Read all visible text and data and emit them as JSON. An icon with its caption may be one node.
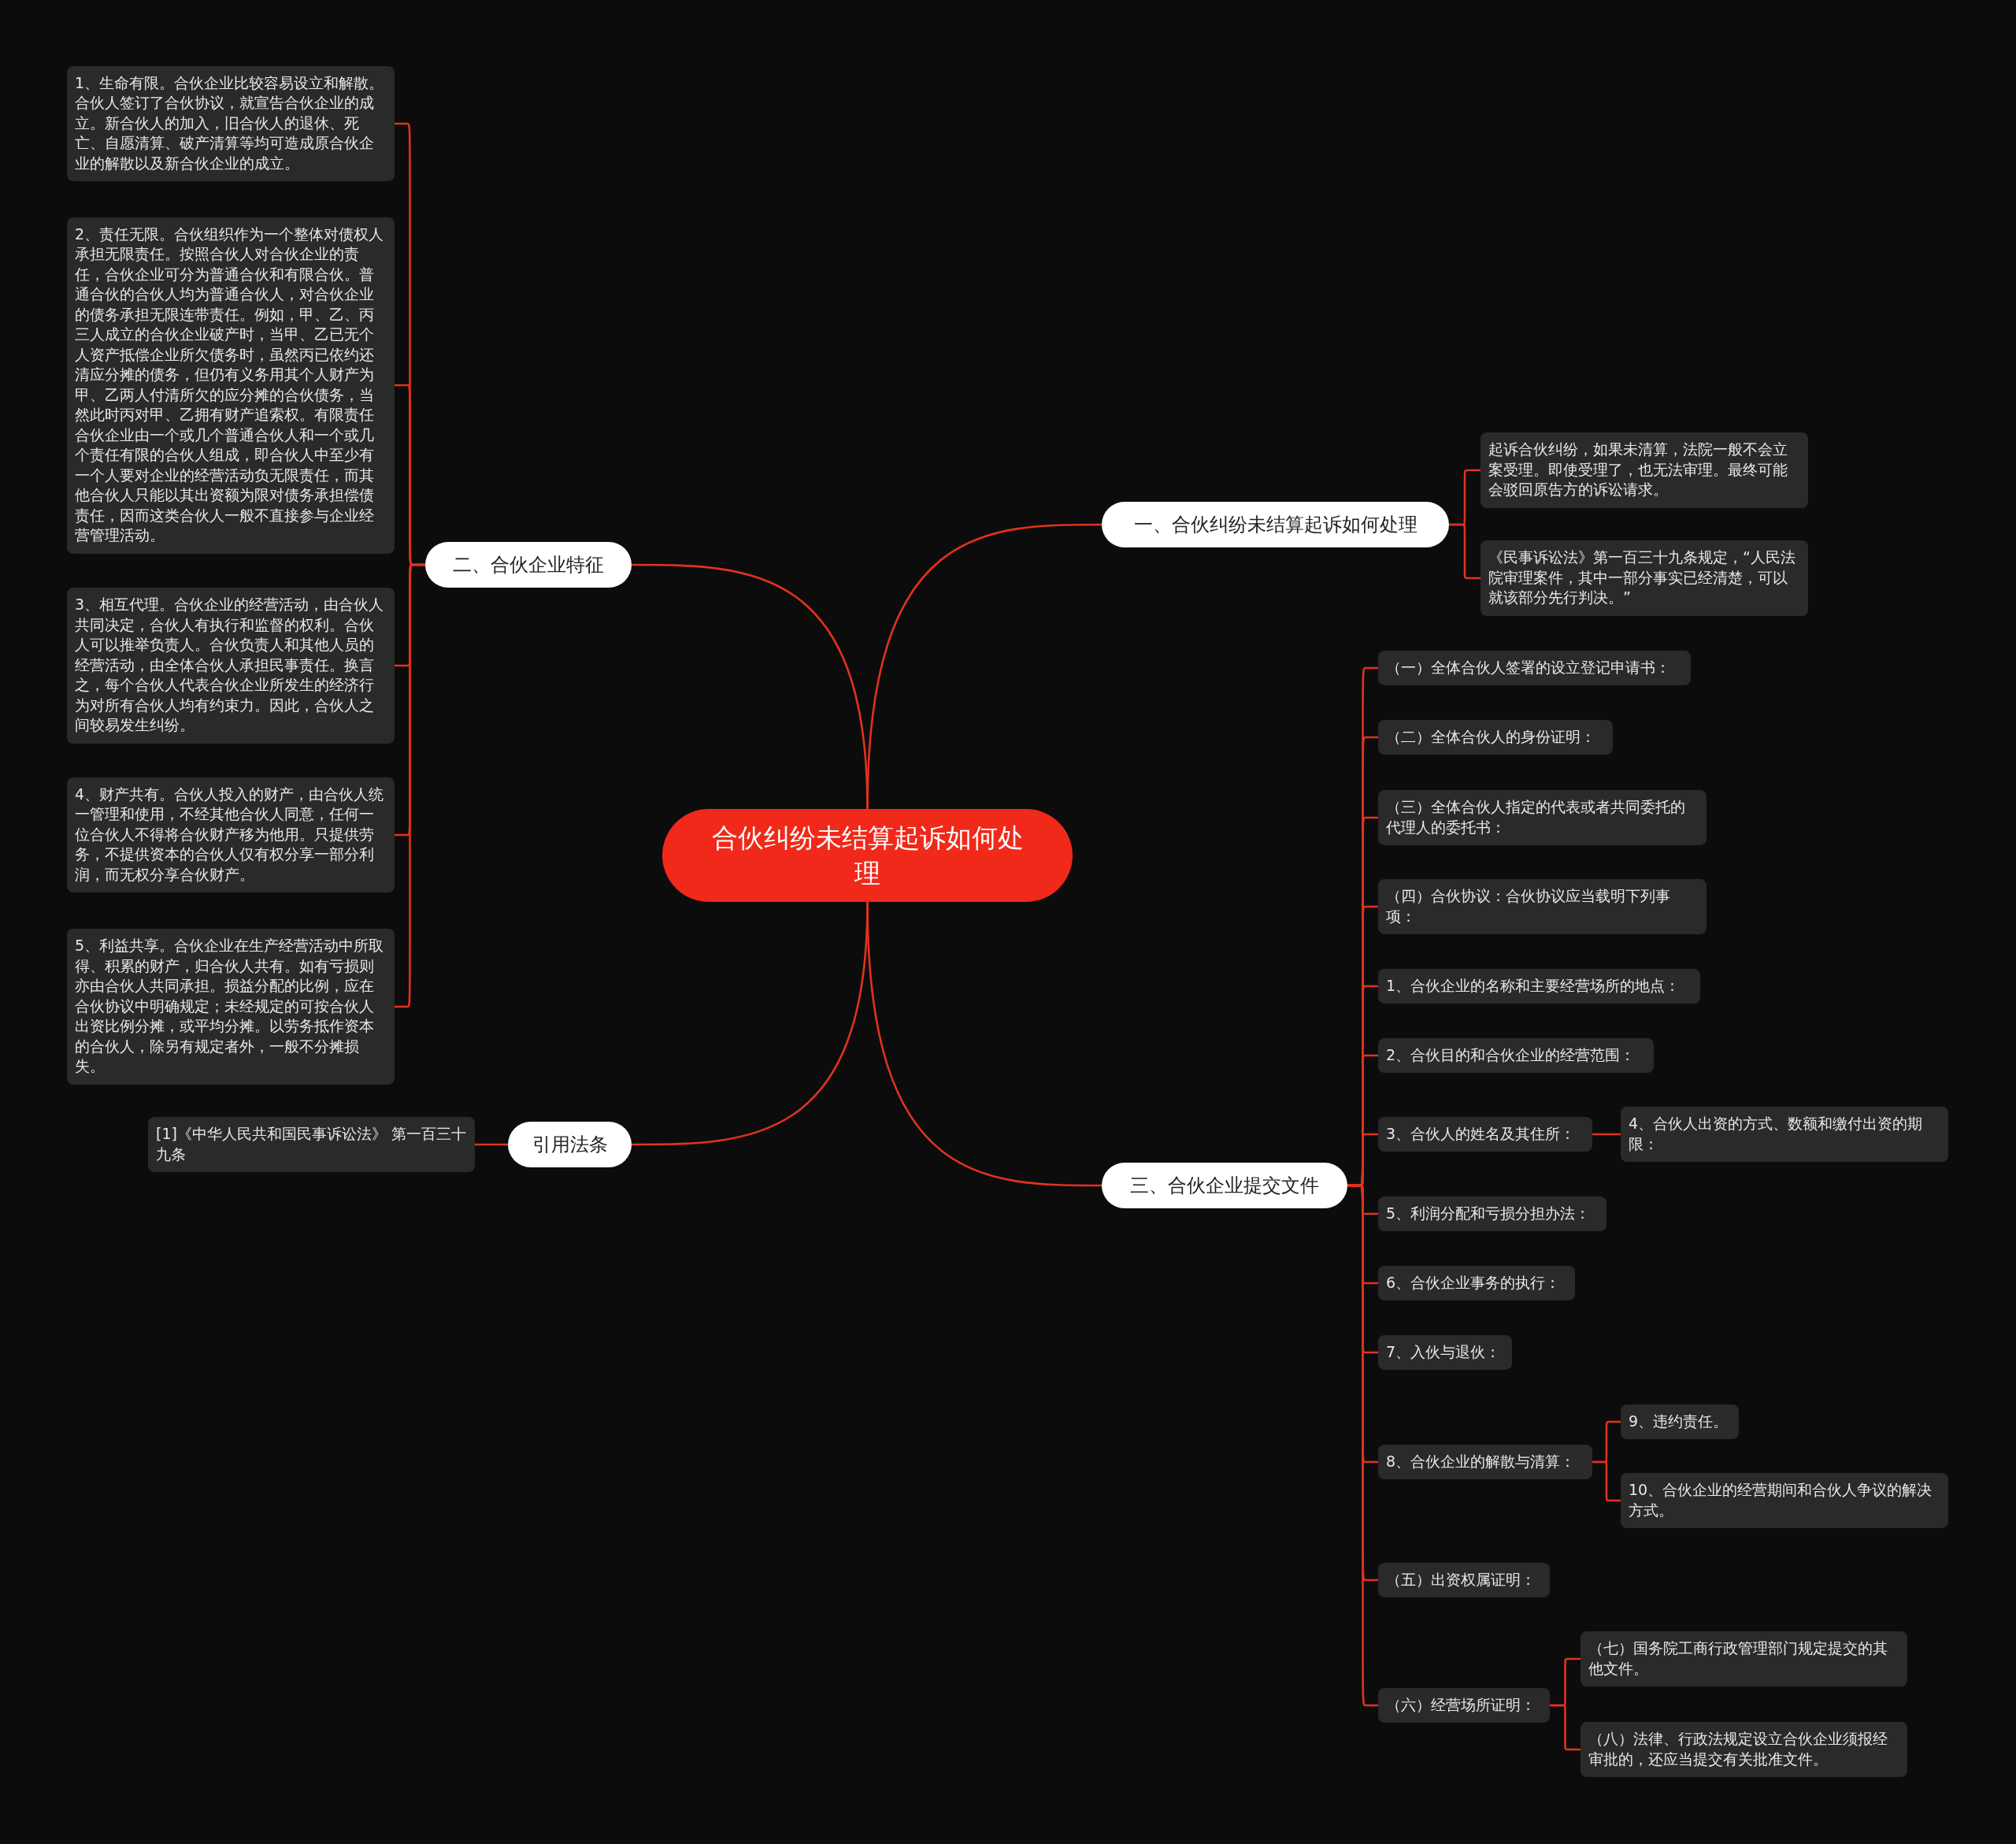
{
  "diagram": {
    "nodes": [
      {
        "text": [
          "合伙纠纷未结算起诉如何处理"
        ]
      },
      {
        "text": [
          "一、合伙纠纷未结算起诉如何处理"
        ]
      },
      {
        "text": [
          "起诉合伙纠纷，如果未清算，法院一般不会立案受理。即使受理了，也无法审理。最终可能会驳回原告方的诉讼请求。"
        ]
      },
      {
        "text": [
          "《民事诉讼法》第一百三十九条规定，“人民法院审理案件，其中一部分事实已经清楚，可以就该部分先行判决。”"
        ]
      },
      {
        "text": [
          "二、合伙企业特征"
        ]
      },
      {
        "text": [
          "1、生命有限。合伙企业比较容易设立和解散。合伙人签订了合伙协议，就宣告合伙企业的成立。新合伙人的加入，旧合伙人的退休、死亡、自愿清算、破产清算等均可造成原合伙企业的解散以及新合伙企业的成立。"
        ]
      },
      {
        "text": [
          "2、责任无限。合伙组织作为一个整体对债权人承担无限责任。按照合伙人对合伙企业的责任，合伙企业可分为普通合伙和有限合伙。普通合伙的合伙人均为普通合伙人，对合伙企业的债务承担无限连带责任。例如，甲、乙、丙三人成立的合伙企业破产时，当甲、乙已无个人资产抵偿企业所欠债务时，虽然丙已依约还清应分摊的债务，但仍有义务用其个人财产为甲、乙两人付清所欠的应分摊的合伙债务，当然此时丙对甲、乙拥有财产追索权。有限责任合伙企业由一个或几个普通合伙人和一个或几个责任有限的合伙人组成，即合伙人中至少有一个人要对企业的经营活动负无限责任，而其他合伙人只能以其出资额为限对债务承担偿债责任，因而这类合伙人一般不直接参与企业经营管理活动。"
        ]
      },
      {
        "text": [
          "3、相互代理。合伙企业的经营活动，由合伙人共同决定，合伙人有执行和监督的权利。合伙人可以推举负责人。合伙负责人和其他人员的经营活动，由全体合伙人承担民事责任。换言之，每个合伙人代表合伙企业所发生的经济行为对所有合伙人均有约束力。因此，合伙人之间较易发生纠纷。"
        ]
      },
      {
        "text": [
          "4、财产共有。合伙人投入的财产，由合伙人统一管理和使用，不经其他合伙人同意，任何一位合伙人不得将合伙财产移为他用。只提供劳务，不提供资本的合伙人仅有权分享一部分利润，而无权分享合伙财产。"
        ]
      },
      {
        "text": [
          "5、利益共享。合伙企业在生产经营活动中所取得、积累的财产，归合伙人共有。如有亏损则亦由合伙人共同承担。损益分配的比例，应在合伙协议中明确规定；未经规定的可按合伙人出资比例分摊，或平均分摊。以劳务抵作资本的合伙人，除另有规定者外，一般不分摊损失。"
        ]
      },
      {
        "text": [
          "引用法条"
        ]
      },
      {
        "text": [
          "[1]《中华人民共和国民事诉讼法》 第一百三十九条"
        ]
      },
      {
        "text": [
          "三、合伙企业提交文件"
        ]
      },
      {
        "text": [
          "（一）全体合伙人签署的设立登记申请书："
        ]
      },
      {
        "text": [
          "（二）全体合伙人的身份证明："
        ]
      },
      {
        "text": [
          "（三）全体合伙人指定的代表或者共同委托的代理人的委托书："
        ]
      },
      {
        "text": [
          "（四）合伙协议：合伙协议应当载明下列事项："
        ]
      },
      {
        "text": [
          "1、合伙企业的名称和主要经营场所的地点："
        ]
      },
      {
        "text": [
          "2、合伙目的和合伙企业的经营范围："
        ]
      },
      {
        "text": [
          "3、合伙人的姓名及其住所："
        ]
      },
      {
        "text": [
          "4、合伙人出资的方式、数额和缴付出资的期限："
        ]
      },
      {
        "text": [
          "5、利润分配和亏损分担办法："
        ]
      },
      {
        "text": [
          "6、合伙企业事务的执行："
        ]
      },
      {
        "text": [
          "7、入伙与退伙："
        ]
      },
      {
        "text": [
          "8、合伙企业的解散与清算："
        ]
      },
      {
        "text": [
          "9、违约责任。"
        ]
      },
      {
        "text": [
          "10、合伙企业的经营期间和合伙人争议的解决方式。"
        ]
      },
      {
        "text": [
          "（五）出资权属证明："
        ]
      },
      {
        "text": [
          "（六）经营场所证明："
        ]
      },
      {
        "text": [
          "（七）国务院工商行政管理部门规定提交的其他文件。"
        ]
      },
      {
        "text": [
          "（八）法律、行政法规定设立合伙企业须报经审批的，还应当提交有关批准文件。"
        ]
      }
    ],
    "edges": [
      {
        "from": 0,
        "to": 1,
        "arrow": "none"
      },
      {
        "from": 1,
        "to": 2,
        "arrow": "none"
      },
      {
        "from": 1,
        "to": 3,
        "arrow": "none"
      },
      {
        "from": 0,
        "to": 4,
        "arrow": "none"
      },
      {
        "from": 4,
        "to": 5,
        "arrow": "none"
      },
      {
        "from": 4,
        "to": 6,
        "arrow": "none"
      },
      {
        "from": 4,
        "to": 7,
        "arrow": "none"
      },
      {
        "from": 4,
        "to": 8,
        "arrow": "none"
      },
      {
        "from": 4,
        "to": 9,
        "arrow": "none"
      },
      {
        "from": 0,
        "to": 10,
        "arrow": "none"
      },
      {
        "from": 10,
        "to": 11,
        "arrow": "none"
      },
      {
        "from": 0,
        "to": 12,
        "arrow": "none"
      },
      {
        "from": 12,
        "to": 13,
        "arrow": "none"
      },
      {
        "from": 12,
        "to": 14,
        "arrow": "none"
      },
      {
        "from": 12,
        "to": 15,
        "arrow": "none"
      },
      {
        "from": 12,
        "to": 16,
        "arrow": "none"
      },
      {
        "from": 12,
        "to": 17,
        "arrow": "none"
      },
      {
        "from": 12,
        "to": 18,
        "arrow": "none"
      },
      {
        "from": 12,
        "to": 19,
        "arrow": "none"
      },
      {
        "from": 19,
        "to": 20,
        "arrow": "none"
      },
      {
        "from": 12,
        "to": 21,
        "arrow": "none"
      },
      {
        "from": 12,
        "to": 22,
        "arrow": "none"
      },
      {
        "from": 12,
        "to": 23,
        "arrow": "none"
      },
      {
        "from": 12,
        "to": 24,
        "arrow": "none"
      },
      {
        "from": 24,
        "to": 25,
        "arrow": "none"
      },
      {
        "from": 24,
        "to": 26,
        "arrow": "none"
      },
      {
        "from": 12,
        "to": 27,
        "arrow": "none"
      },
      {
        "from": 12,
        "to": 28,
        "arrow": "none"
      },
      {
        "from": 28,
        "to": 29,
        "arrow": "none"
      },
      {
        "from": 28,
        "to": 30,
        "arrow": "none"
      }
    ]
  }
}
